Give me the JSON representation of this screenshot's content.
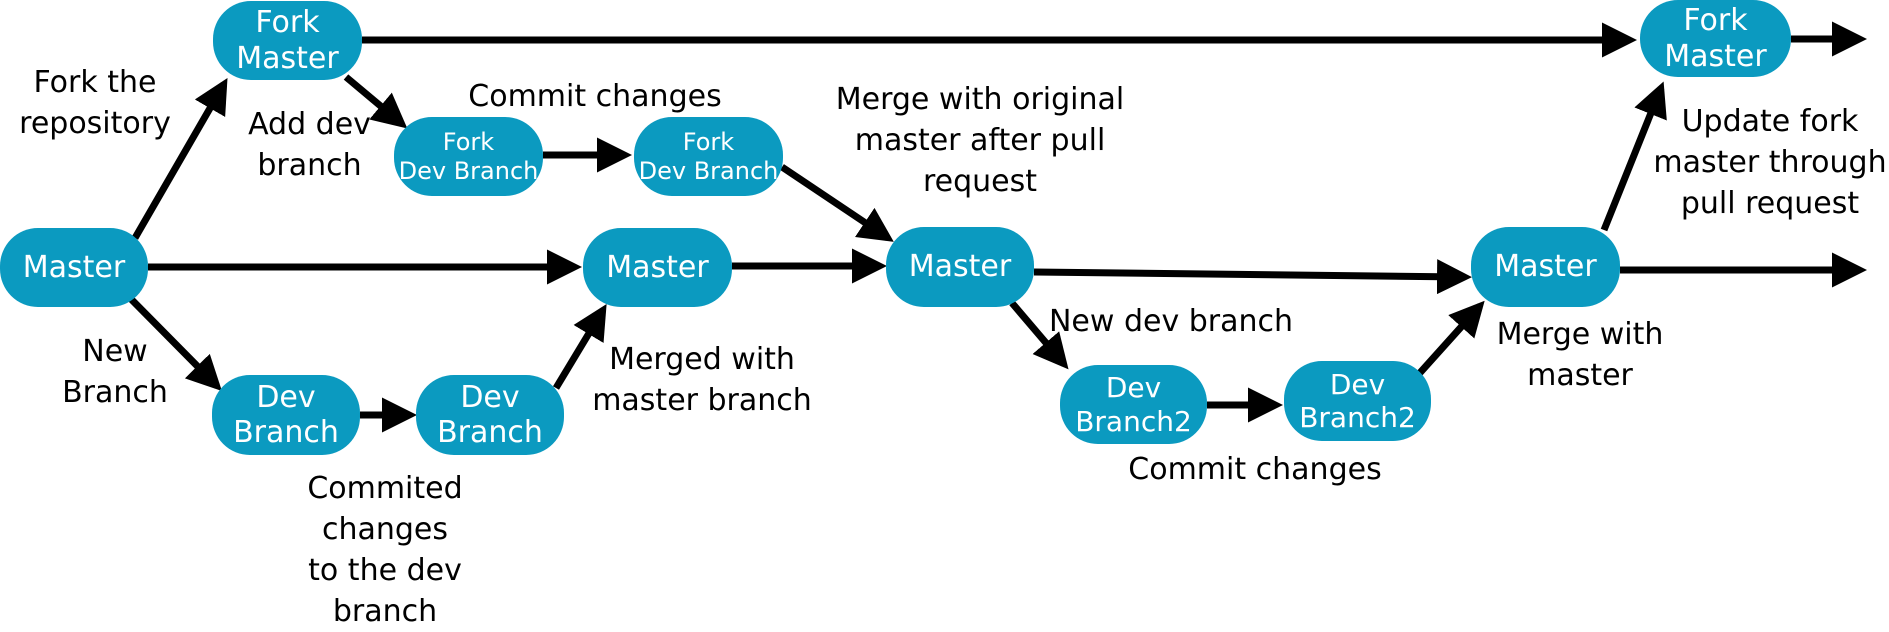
{
  "nodes": {
    "master_1": [
      "Master"
    ],
    "fork_master_1": [
      "Fork",
      "Master"
    ],
    "fork_dev_1": [
      "Fork",
      "Dev Branch"
    ],
    "fork_dev_2": [
      "Fork",
      "Dev Branch"
    ],
    "master_2": [
      "Master"
    ],
    "master_3": [
      "Master"
    ],
    "master_4": [
      "Master"
    ],
    "fork_master_2": [
      "Fork",
      "Master"
    ],
    "dev_1": [
      "Dev",
      "Branch"
    ],
    "dev_2": [
      "Dev",
      "Branch"
    ],
    "dev2_1": [
      "Dev",
      "Branch2"
    ],
    "dev2_2": [
      "Dev",
      "Branch2"
    ]
  },
  "labels": {
    "fork_repo": [
      "Fork the",
      "repository"
    ],
    "add_dev": [
      "Add dev",
      "branch"
    ],
    "commit_top": [
      "Commit changes"
    ],
    "merge_original": [
      "Merge with original",
      "master after pull",
      "request"
    ],
    "update_fork": [
      "Update fork",
      "master through",
      "pull request"
    ],
    "new_branch": [
      "New",
      "Branch"
    ],
    "merged_master": [
      "Merged with",
      "master branch"
    ],
    "new_dev_branch": [
      "New dev branch"
    ],
    "merge_master": [
      "Merge with",
      "master"
    ],
    "commited_changes": [
      "Commited",
      "changes",
      "to the dev",
      "branch"
    ],
    "commit_bottom": [
      "Commit changes"
    ]
  },
  "colors": {
    "node_fill": "#0b9ac0",
    "node_text": "#ffffff",
    "arrow": "#000000",
    "label": "#000000"
  }
}
